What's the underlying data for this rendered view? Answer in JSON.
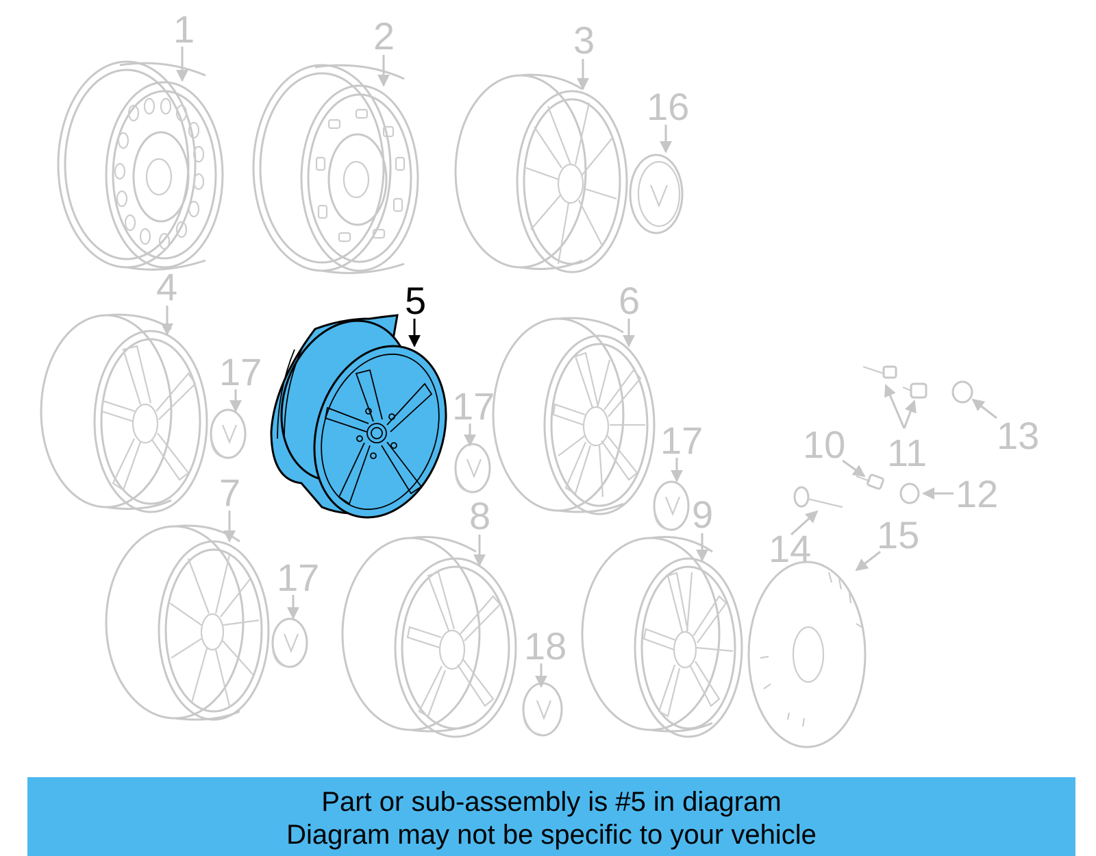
{
  "diagram": {
    "selected_part": "5",
    "callouts": [
      "1",
      "2",
      "3",
      "4",
      "5",
      "6",
      "7",
      "8",
      "9",
      "10",
      "11",
      "12",
      "13",
      "14",
      "15",
      "16",
      "17",
      "17",
      "17",
      "17",
      "18"
    ],
    "colors": {
      "highlight": "#4db8ee",
      "ghost": "#c8c8c8"
    }
  },
  "banner": {
    "line1": "Part or sub-assembly is #5 in diagram",
    "line2": "Diagram may not be specific to your vehicle"
  }
}
